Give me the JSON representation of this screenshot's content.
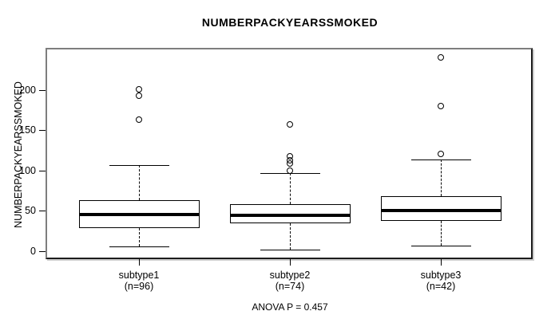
{
  "chart_data": {
    "type": "boxplot",
    "title": "NUMBERPACKYEARSSMOKED",
    "ylabel": "NUMBERPACKYEARSSMOKED",
    "xlabel": "",
    "annotation": "ANOVA P = 0.457",
    "ylim": [
      -10,
      252
    ],
    "yticks": [
      0,
      50,
      100,
      150,
      200
    ],
    "grid": false,
    "legend": "none",
    "groups": [
      {
        "label": "subtype1",
        "n_label": "(n=96)",
        "n": 96,
        "stats": {
          "lower_whisker": 6,
          "q1": 29,
          "median": 45,
          "q3": 63,
          "upper_whisker": 107
        },
        "outliers": [
          163,
          192,
          200
        ]
      },
      {
        "label": "subtype2",
        "n_label": "(n=74)",
        "n": 74,
        "stats": {
          "lower_whisker": 2,
          "q1": 35,
          "median": 44,
          "q3": 58,
          "upper_whisker": 97
        },
        "outliers": [
          100,
          108,
          112,
          117,
          157
        ]
      },
      {
        "label": "subtype3",
        "n_label": "(n=42)",
        "n": 42,
        "stats": {
          "lower_whisker": 7,
          "q1": 38,
          "median": 50,
          "q3": 68,
          "upper_whisker": 114
        },
        "outliers": [
          120,
          180,
          240
        ]
      }
    ]
  }
}
